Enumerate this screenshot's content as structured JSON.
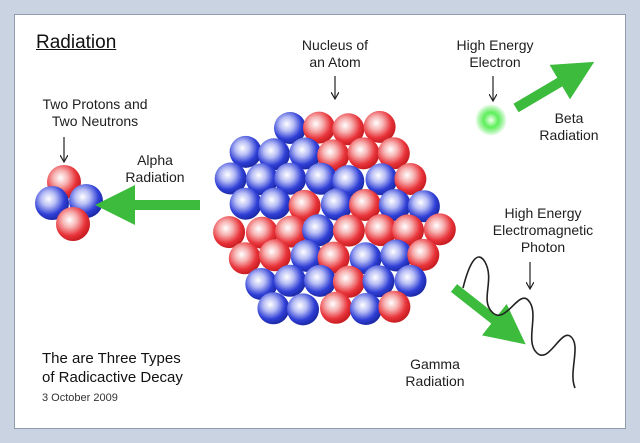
{
  "title": "Radiation",
  "labels": {
    "nucleus": [
      "Nucleus of",
      "an Atom"
    ],
    "alpha_particle": [
      "Two Protons and",
      "Two Neutrons"
    ],
    "alpha_radiation": [
      "Alpha",
      "Radiation"
    ],
    "beta_electron": [
      "High Energy",
      "Electron"
    ],
    "beta_radiation": [
      "Beta",
      "Radiation"
    ],
    "gamma_photon": [
      "High Energy",
      "Electromagnetic",
      "Photon"
    ],
    "gamma_radiation": [
      "Gamma",
      "Radiation"
    ]
  },
  "caption": [
    "The are Three Types",
    "of Radicactive Decay"
  ],
  "date": "3 October 2009",
  "colors": {
    "proton": "#e8343a",
    "neutron": "#2f3fd6",
    "electron": "#39e23a",
    "arrow": "#3dbb3d",
    "frame": "#c9d3e2"
  }
}
